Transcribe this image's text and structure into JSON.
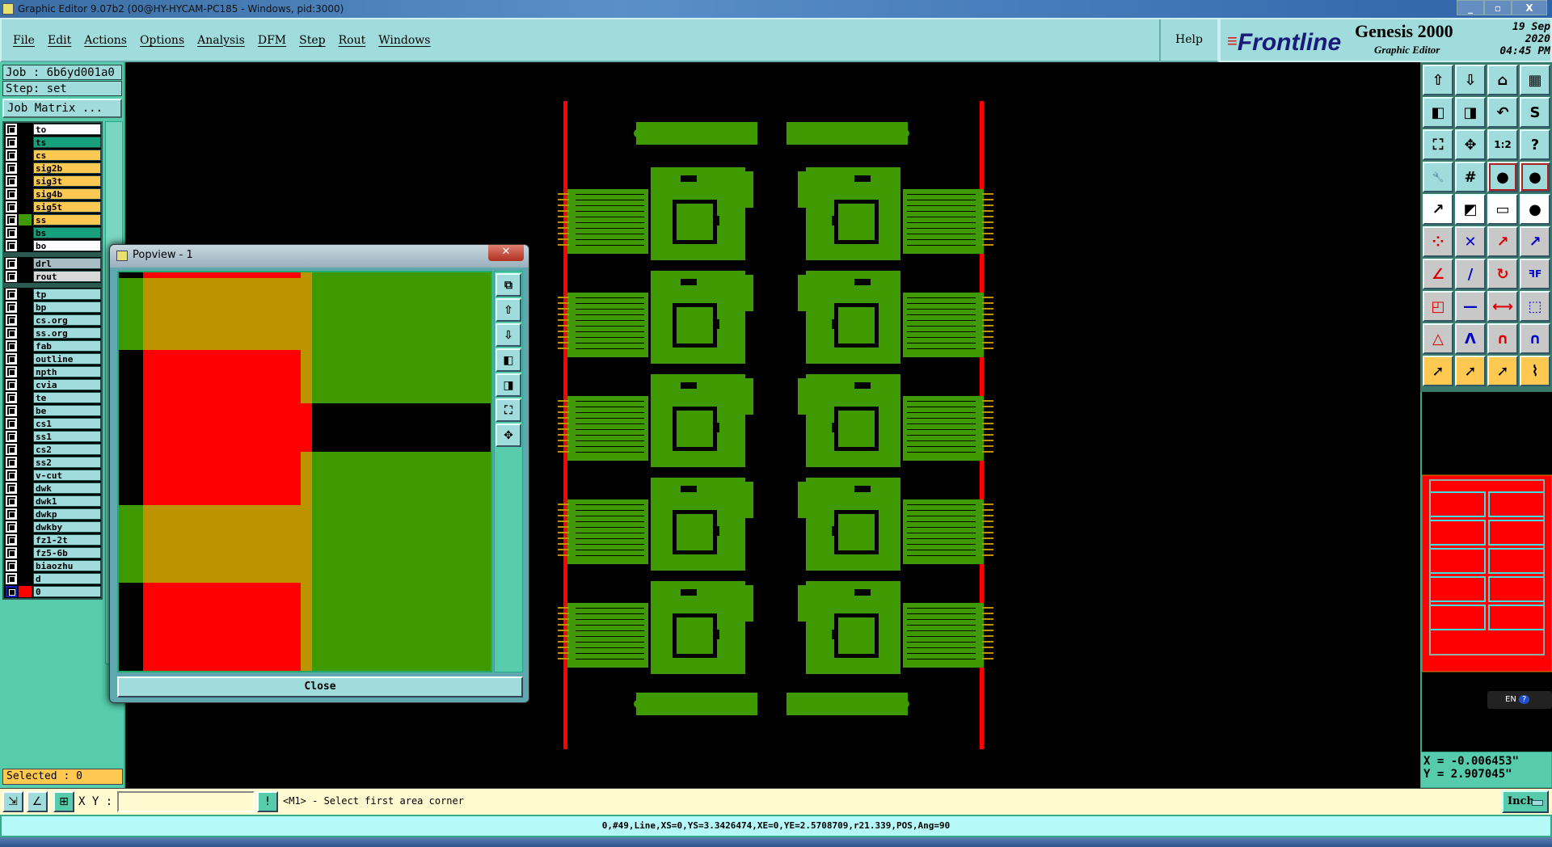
{
  "window": {
    "title": "Graphic Editor 9.07b2 (00@HY-HYCAM-PC185 - Windows, pid:3000)",
    "controls": [
      "_",
      "▫",
      "X"
    ]
  },
  "menu": [
    "File",
    "Edit",
    "Actions",
    "Options",
    "Analysis",
    "DFM",
    "Step",
    "Rout",
    "Windows"
  ],
  "help": "Help",
  "brand": {
    "logo": "Frontline",
    "product": "Genesis 2000",
    "subtitle": "Graphic Editor",
    "date": "19 Sep 2020",
    "time": "04:45 PM"
  },
  "left": {
    "job": "Job : 6b6yd001a0",
    "step": "Step: set",
    "job_matrix": "Job Matrix ...",
    "selected": "Selected : 0"
  },
  "layers": [
    [
      {
        "name": "to",
        "color": "#ffffff"
      },
      {
        "name": "ts",
        "color": "#16a07c"
      },
      {
        "name": "cs",
        "color": "#ffc850"
      },
      {
        "name": "sig2b",
        "color": "#ffc850"
      },
      {
        "name": "sig3t",
        "color": "#ffc850"
      },
      {
        "name": "sig4b",
        "color": "#ffc850"
      },
      {
        "name": "sig5t",
        "color": "#ffc850"
      },
      {
        "name": "ss",
        "color": "#ffc850",
        "swatch": "#3e9a00"
      },
      {
        "name": "bs",
        "color": "#16a07c"
      },
      {
        "name": "bo",
        "color": "#ffffff"
      }
    ],
    [
      {
        "name": "drl",
        "color": "#a8bcc4"
      },
      {
        "name": "rout",
        "color": "#d8d8d8"
      }
    ],
    [
      {
        "name": "tp"
      },
      {
        "name": "bp"
      },
      {
        "name": "cs.org"
      },
      {
        "name": "ss.org"
      },
      {
        "name": "fab"
      },
      {
        "name": "outline"
      },
      {
        "name": "npth"
      },
      {
        "name": "cvia"
      },
      {
        "name": "te"
      },
      {
        "name": "be"
      },
      {
        "name": "cs1"
      },
      {
        "name": "ss1"
      },
      {
        "name": "cs2"
      },
      {
        "name": "ss2"
      },
      {
        "name": "v-cut"
      },
      {
        "name": "dwk"
      },
      {
        "name": "dwk1"
      },
      {
        "name": "dwkp"
      },
      {
        "name": "dwkby"
      },
      {
        "name": "fz1-2t"
      },
      {
        "name": "fz5-6b"
      },
      {
        "name": "biaozhu"
      },
      {
        "name": "d"
      },
      {
        "name": "0",
        "swatch": "#ff0000",
        "active": true
      }
    ]
  ],
  "toolbar": {
    "icons": [
      "layer-up",
      "layer-down",
      "home",
      "xy-grid",
      "pan-left",
      "pan-right",
      "undo-zoom",
      "snake",
      "zoom-fit",
      "zoom-page",
      "scale-1-2",
      "help",
      "tools",
      "grid",
      "display-top",
      "display-bottom",
      "select-move",
      "window-zoom",
      "ruler",
      "pad",
      "snap-points",
      "intersect",
      "center-snap",
      "edge-snap",
      "line-angle",
      "line-draw",
      "arc",
      "mirror",
      "pad-snap",
      "line-mid",
      "measure",
      "features",
      "triangle-1",
      "triangle-2",
      "arch-1",
      "arch-2",
      "select-pointer",
      "select-box",
      "select-polygon",
      "select-net"
    ],
    "glyphs": [
      "⇧",
      "⇩",
      "⌂",
      "▦",
      "◧",
      "◨",
      "↶",
      "S",
      "⛶",
      "✥",
      "1:2",
      "?",
      "🔧",
      "#",
      "●",
      "●",
      "↗",
      "◩",
      "▭",
      "●",
      "⁘",
      "✕",
      "↗",
      "↗",
      "∠",
      "/",
      "↻",
      "ꟻF",
      "◰",
      "—",
      "⟷",
      "⬚",
      "△",
      "Λ",
      "∩",
      "∩",
      "➚",
      "➚",
      "➚",
      "⌇"
    ]
  },
  "coords": {
    "x": "X = -0.006453\"",
    "y": "Y = 2.907045\""
  },
  "cmd": {
    "xy_label": "X Y :",
    "xy_value": "",
    "prompt": "<M1> - Select first area corner",
    "unit": "Inch"
  },
  "status": "0,#49,Line,XS=0,YS=3.3426474,XE=0,YE=2.5708709,r21.339,POS,Ang=90",
  "ime": "EN",
  "popview": {
    "title": "Popview - 1",
    "close_button": "Close",
    "tools": [
      "zoom-back",
      "layer-up",
      "layer-down",
      "pan-left",
      "pan-right",
      "zoom-fit",
      "zoom-home"
    ],
    "tool_glyphs": [
      "⧉",
      "⇧",
      "⇩",
      "◧",
      "◨",
      "⛶",
      "✥"
    ]
  },
  "colors": {
    "copper": "#3e9a00",
    "profile": "#ff0000",
    "overlap": "#bd9400",
    "rout": "#40e0e0"
  },
  "canvas": {
    "board_rows": 5,
    "board_cols": 2
  }
}
